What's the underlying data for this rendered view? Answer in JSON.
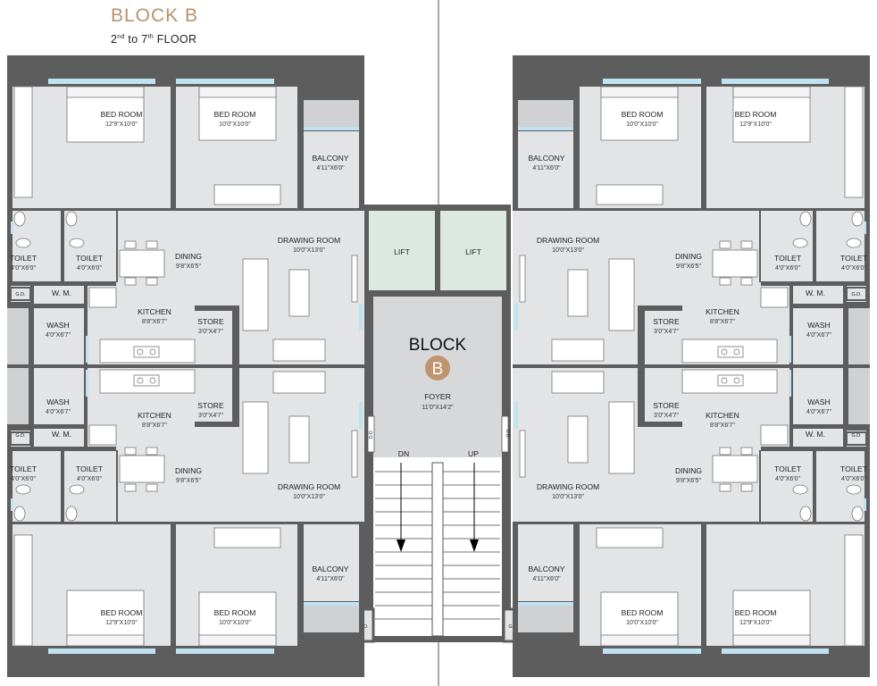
{
  "header": {
    "title": "BLOCK B",
    "floor_prefix": "2",
    "floor_sup1": "nd",
    "floor_mid": " to 7",
    "floor_sup2": "th",
    "floor_suffix": " FLOOR"
  },
  "core": {
    "block_label": "BLOCK",
    "block_letter": "B",
    "lift_label": "LIFT",
    "foyer_name": "FOYER",
    "foyer_dim": "11'0\"X14'2\"",
    "stair_down": "DN",
    "stair_up": "UP",
    "duct_label": "D.D.",
    "gd_label": "G.D."
  },
  "rooms": {
    "bed_master": {
      "name": "BED ROOM",
      "dim": "12'9\"X10'0\""
    },
    "bed_second": {
      "name": "BED ROOM",
      "dim": "10'0\"X10'0\""
    },
    "balcony": {
      "name": "BALCONY",
      "dim": "4'11\"X6'0\""
    },
    "toilet": {
      "name": "TOILET",
      "dim": "4'0\"X6'0\""
    },
    "dining": {
      "name": "DINING",
      "dim": "9'8\"X6'5\""
    },
    "drawing": {
      "name": "DRAWING ROOM",
      "dim": "10'0\"X13'0\""
    },
    "kitchen": {
      "name": "KITCHEN",
      "dim": "8'8\"X6'7\""
    },
    "store": {
      "name": "STORE",
      "dim": "3'0\"X4'7\""
    },
    "wash": {
      "name": "WASH",
      "dim": "4'0\"X6'7\""
    },
    "wm": {
      "name": "W. M."
    },
    "gd": {
      "name": "G.D."
    }
  },
  "colors": {
    "floor": "#e3e4e6",
    "wall": "#5d5d5d",
    "lift": "#dce8e0",
    "glass": "#bfe3f2",
    "title": "#b8926a",
    "accent_circle": "#c0956b"
  }
}
